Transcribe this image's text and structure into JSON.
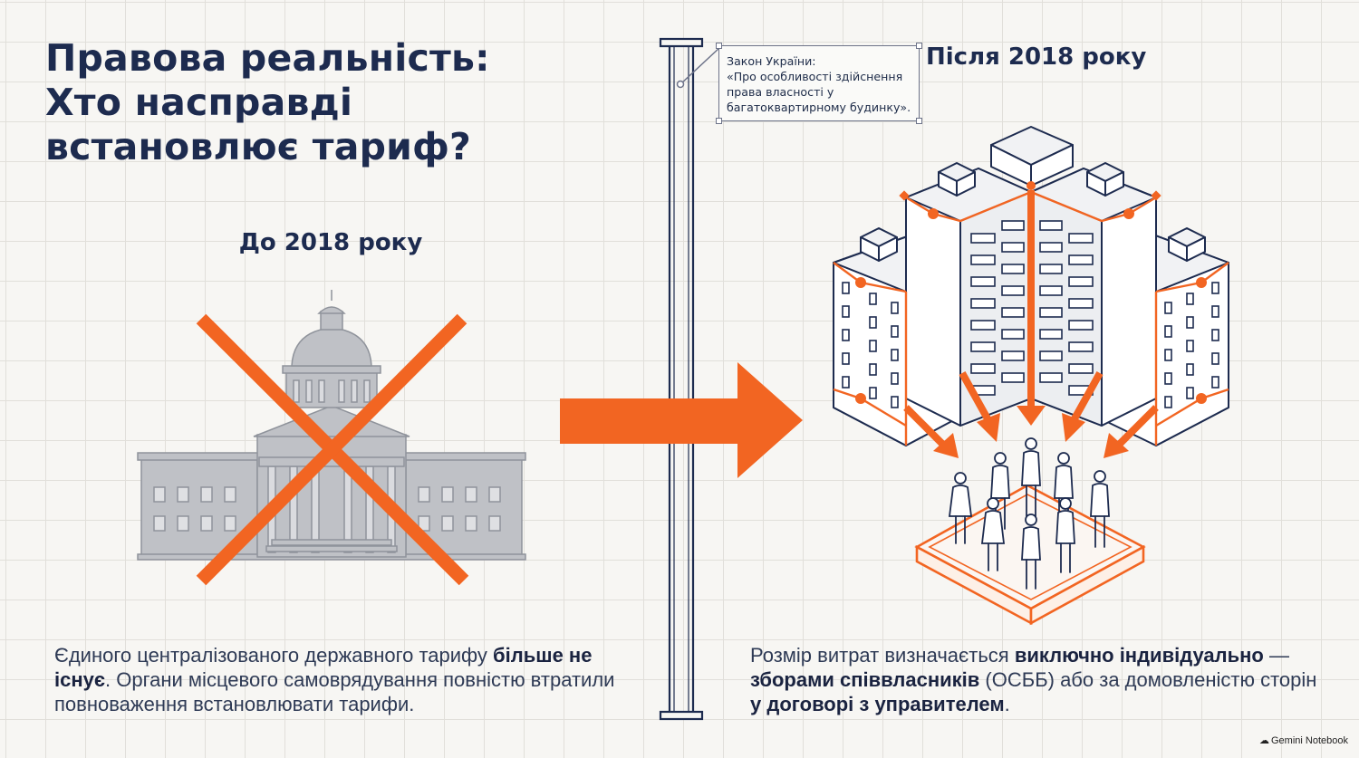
{
  "title": {
    "line1": "Правова реальність:",
    "line2": "Хто насправді",
    "line3": "встановлює тариф?"
  },
  "before": {
    "heading": "До 2018 року",
    "text_part1": "Єдиного централізованого державного тарифу ",
    "text_bold1": "більше не існує",
    "text_part2": ". Органи місцевого самоврядування повністю втратили повноваження встановлювати тарифи."
  },
  "after": {
    "heading": "Після 2018 року",
    "text_part1": "Розмір витрат визначається ",
    "text_bold1": "виключно індивідуально",
    "text_part2": " — ",
    "text_bold2": "зборами співвласників",
    "text_part3": " (ОСББ) або за домовленістю сторін ",
    "text_bold3": "у договорі з управителем",
    "text_part4": "."
  },
  "law_callout": {
    "line1": "Закон України:",
    "line2": "«Про особливості здійснення",
    "line3": "права власності у",
    "line4": "багатоквартирному будинку»."
  },
  "footer": {
    "brand": "Gemini Notebook"
  },
  "colors": {
    "accent": "#f26522",
    "navy": "#1d2b4f",
    "building_gray": "#b7b9bf"
  },
  "icons": {
    "capitol": "government-building-icon",
    "cross": "cross-out-icon",
    "arrow": "right-arrow-icon",
    "apartments": "apartment-buildings-icon",
    "people": "co-owners-group-icon"
  }
}
